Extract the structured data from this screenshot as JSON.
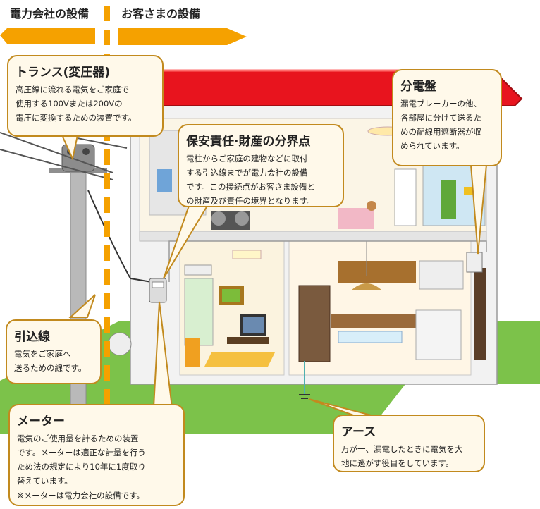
{
  "header": {
    "left_label": "電力会社の設備",
    "right_label": "お客さまの設備"
  },
  "callouts": {
    "transformer": {
      "title": "トランス(変圧器)",
      "lines": [
        "高圧線に流れる電気をご家庭で",
        "使用する100Vまたは200Vの",
        "電圧に変換するための装置です。"
      ]
    },
    "boundary": {
      "title": "保安責任·財産の分界点",
      "lines": [
        "電柱からご家庭の建物などに取付",
        "する引込線までが電力会社の設備",
        "です。この接続点がお客さま設備と",
        "の財産及び責任の境界となります。"
      ]
    },
    "panel": {
      "title": "分電盤",
      "lines": [
        "漏電ブレーカーの他、",
        "各部屋に分けて送るた",
        "めの配線用遮断器が収",
        "められています。"
      ]
    },
    "service_wire": {
      "title": "引込線",
      "lines": [
        "電気をご家庭へ",
        "送るための線です。"
      ]
    },
    "meter": {
      "title": "メーター",
      "lines": [
        "電気のご使用量を計るための装置",
        "です。メーターは適正な計量を行う",
        "ため法の規定により10年に1度取り",
        "替えています。",
        "※メーターは電力会社の設備です。"
      ]
    },
    "earth": {
      "title": "アース",
      "lines": [
        "万が一、漏電したときに電気を大",
        "地に逃がす役目をしています。"
      ]
    }
  },
  "colors": {
    "callout_border": "#c28a1e",
    "callout_fill": "#fff9ea",
    "boundary_line": "#f5a100",
    "roof": "#e8141e",
    "lawn": "#7cc24a",
    "wall": "#f2f2f2"
  }
}
